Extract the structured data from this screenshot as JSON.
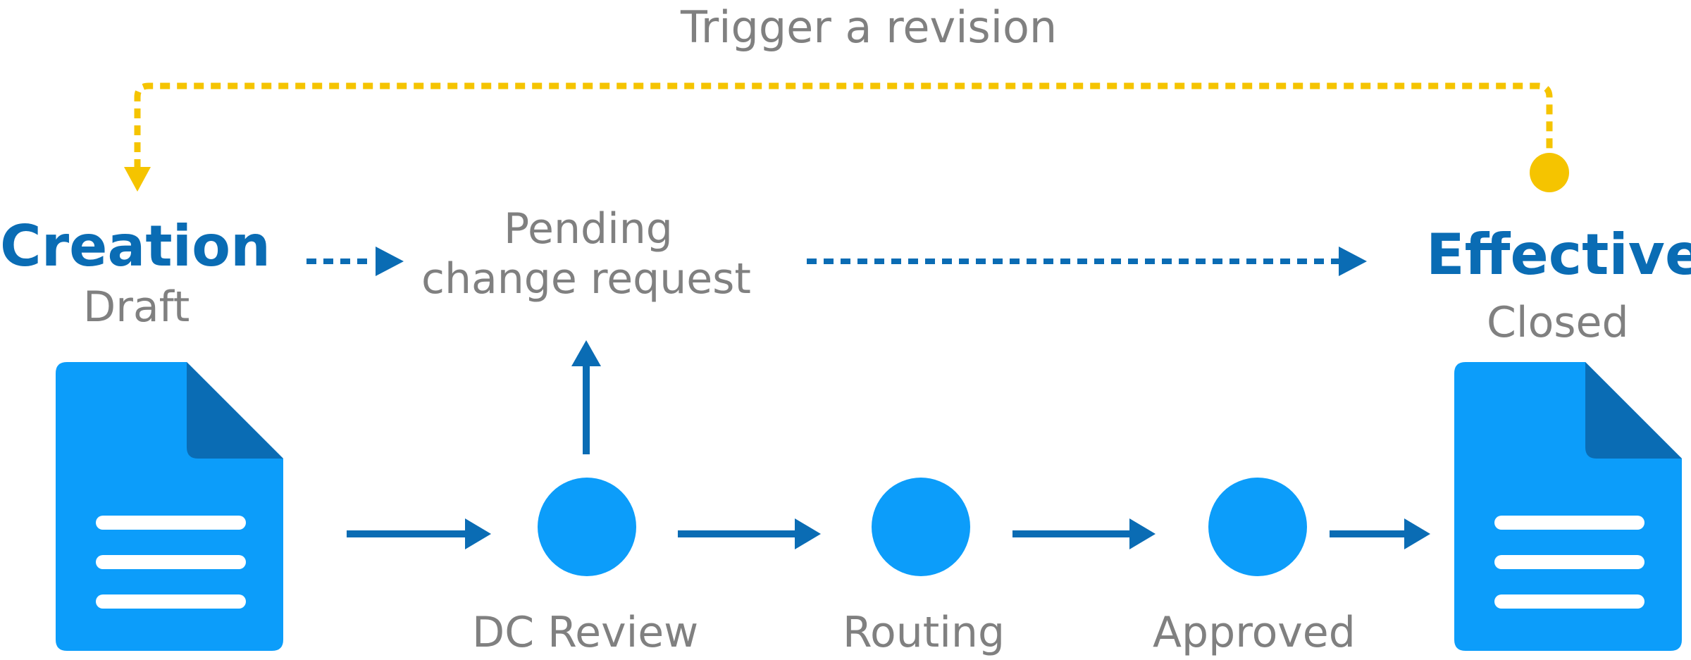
{
  "diagram": {
    "loop_label": "Trigger a revision",
    "start": {
      "title": "Creation",
      "subtitle": "Draft"
    },
    "end": {
      "title": "Effective",
      "subtitle": "Closed"
    },
    "pending": {
      "line1": "Pending",
      "line2": "change request"
    },
    "steps": [
      {
        "label": "DC Review"
      },
      {
        "label": "Routing"
      },
      {
        "label": "Approved"
      }
    ]
  },
  "colors": {
    "title_blue": "#0a6cb4",
    "doc_blue": "#0c9dfa",
    "doc_fold": "#0a6cb4",
    "node_blue": "#0c9dfa",
    "arrow_blue": "#0a6cb4",
    "loop_yellow": "#f5c400",
    "label_gray": "#808080"
  },
  "icons": {
    "document": "document-icon",
    "node": "circle-node"
  }
}
